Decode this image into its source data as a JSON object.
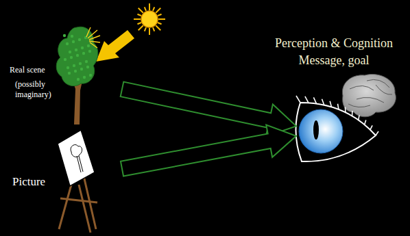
{
  "diagram": {
    "nodes": [
      {
        "text": [
          "Real scene",
          "(possibly imaginary)"
        ]
      },
      {
        "text": [
          "Picture"
        ]
      },
      {
        "text": [
          "Perception & Cognition",
          "Message, goal"
        ]
      }
    ],
    "edges": [
      {
        "from": 0,
        "to": 2,
        "arrow": "to"
      },
      {
        "from": 1,
        "to": 2,
        "arrow": "to"
      }
    ]
  }
}
